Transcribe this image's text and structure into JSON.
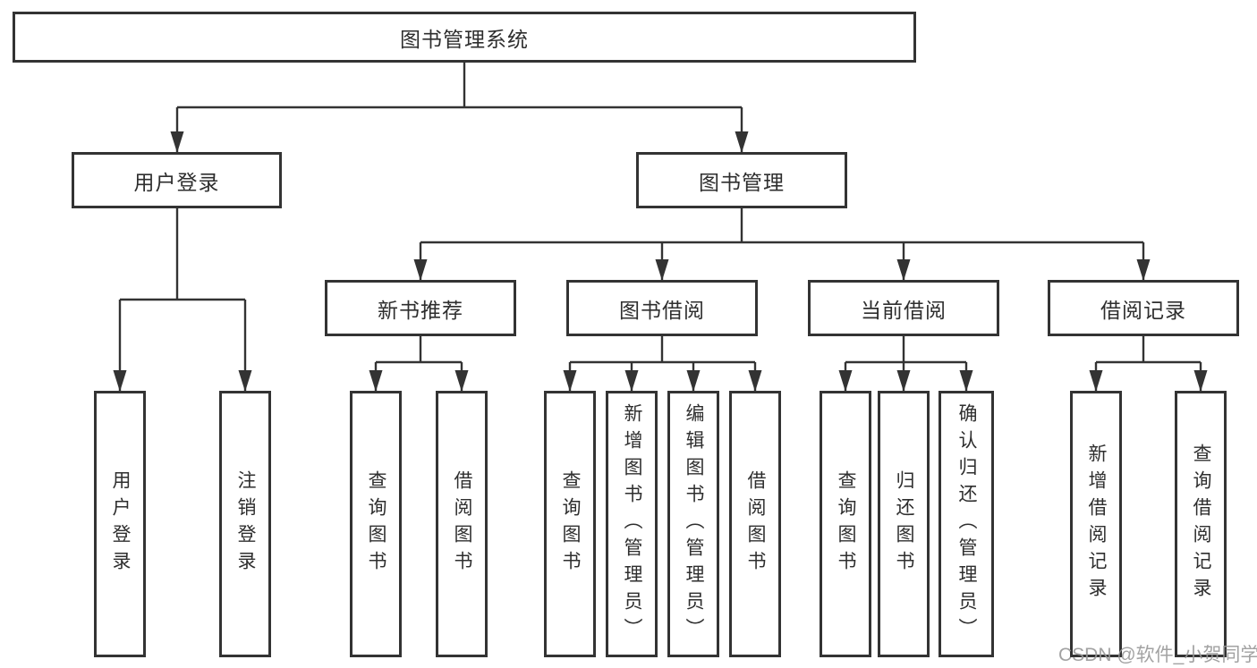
{
  "tree": {
    "root": "图书管理系统",
    "branches": [
      {
        "label": "用户登录",
        "children": [
          "用户登录",
          "注销登录"
        ]
      },
      {
        "label": "图书管理",
        "groups": [
          {
            "label": "新书推荐",
            "children": [
              "查询图书",
              "借阅图书"
            ]
          },
          {
            "label": "图书借阅",
            "children": [
              "查询图书",
              "新增图书（管理员）",
              "编辑图书（管理员）",
              "借阅图书"
            ]
          },
          {
            "label": "当前借阅",
            "children": [
              "查询图书",
              "归还图书",
              "确认归还（管理员）"
            ]
          },
          {
            "label": "借阅记录",
            "children": [
              "新增借阅记录",
              "查询借阅记录"
            ]
          }
        ]
      }
    ]
  },
  "watermark": "CSDN @软件_小贺同学",
  "colors": {
    "line": "#333333",
    "text": "#2e2e2e",
    "watermark": "#989898",
    "background": "#ffffff"
  }
}
